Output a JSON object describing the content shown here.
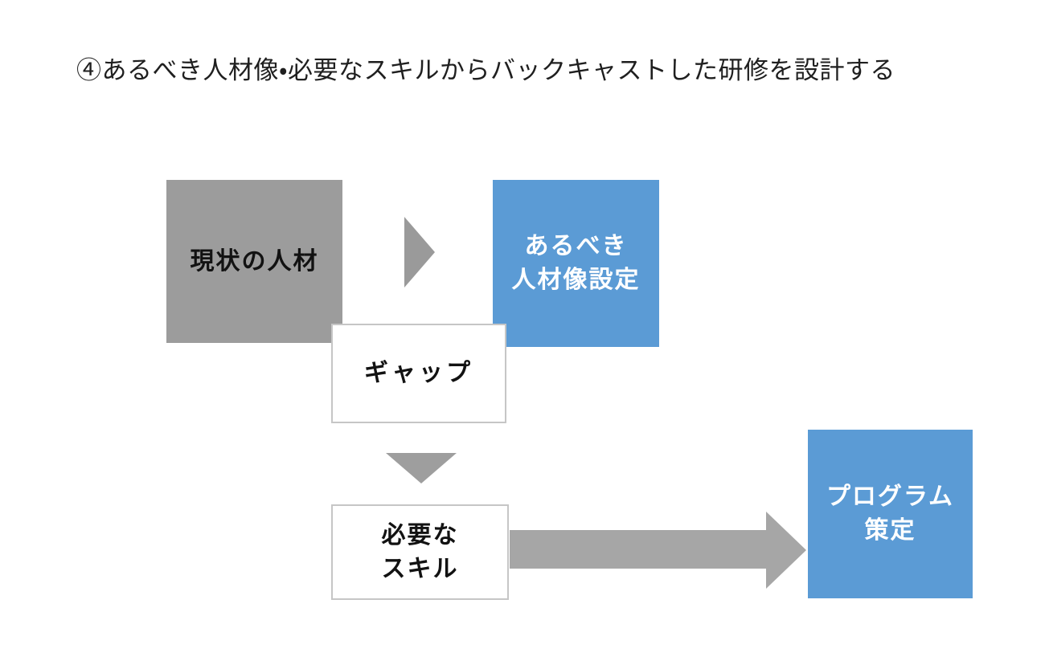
{
  "title": "④あるべき人材像・必要なスキルからバックキャストした研修を設計する",
  "boxes": {
    "current_personnel": {
      "label": "現状の人材"
    },
    "ideal_personnel": {
      "label": "あるべき\n人材像設定"
    },
    "gap": {
      "label": "ギャップ"
    },
    "required_skills": {
      "label": "必要な\nスキル"
    },
    "program": {
      "label": "プログラム\n策定"
    }
  },
  "icons": {
    "right_arrow": "right-arrow-icon",
    "down_arrow": "down-arrow-icon",
    "big_right_arrow": "big-right-arrow-icon"
  },
  "colors": {
    "background": "#ffffff",
    "gray_box_fill": "#9c9c9c",
    "blue_box_fill": "#5b9bd5",
    "white_box_border": "#c6c6c6",
    "small_arrow_gray": "#9a9a9a",
    "big_arrow_gray": "#a6a6a6",
    "title_text": "#1f1f1f",
    "dark_text": "#121212",
    "white_text": "#ffffff"
  }
}
